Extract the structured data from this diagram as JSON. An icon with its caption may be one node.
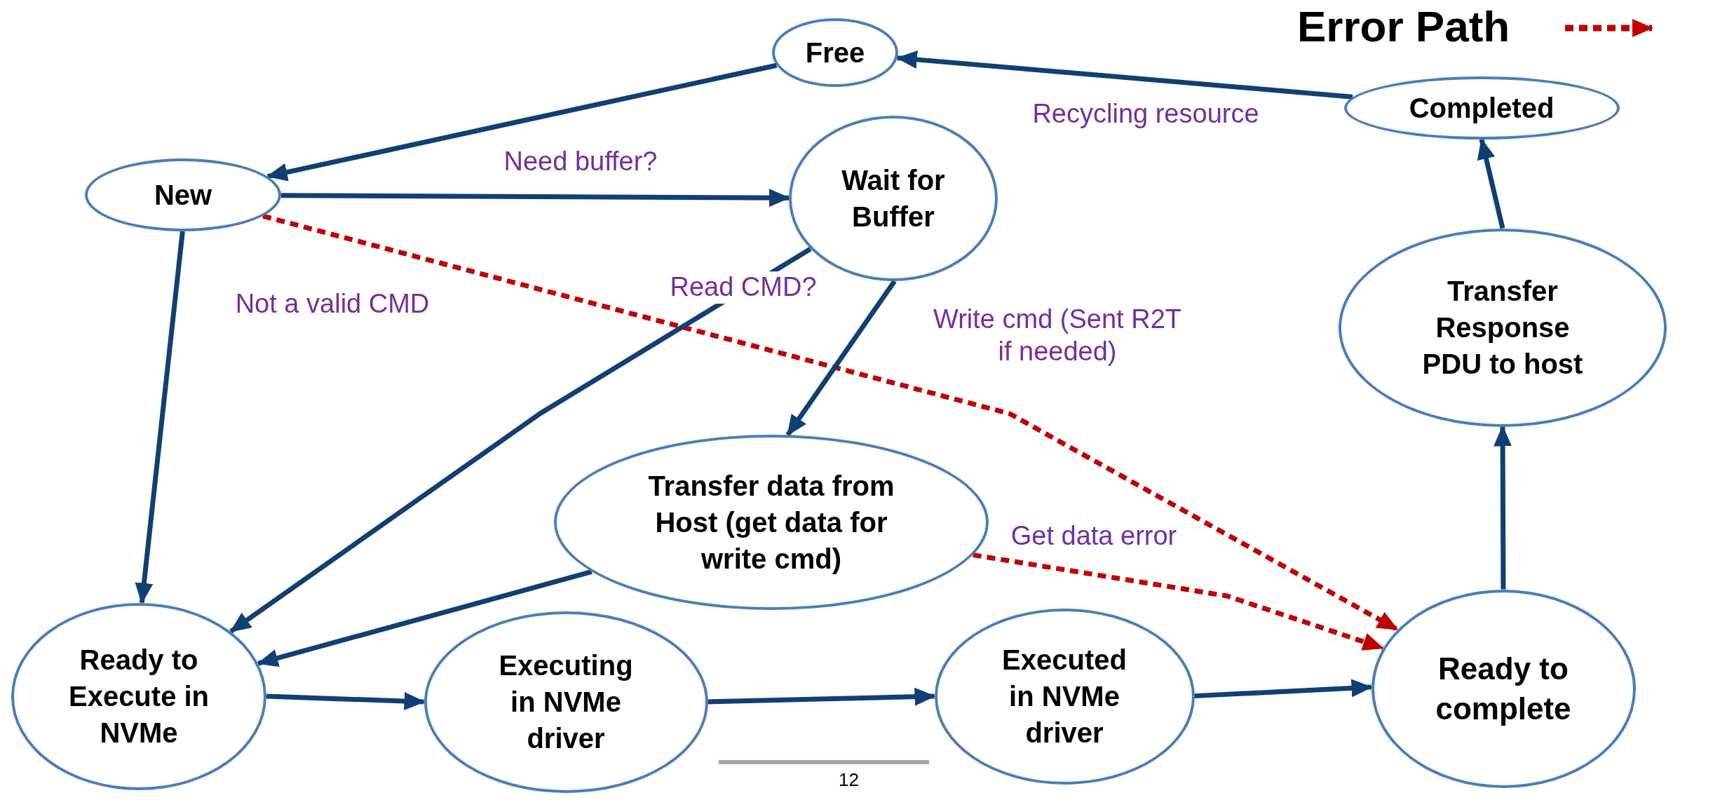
{
  "diagram": {
    "nodes": [
      {
        "text": [
          "Free"
        ]
      },
      {
        "text": [
          "Completed"
        ]
      },
      {
        "text": [
          "New"
        ]
      },
      {
        "text": [
          "Wait for Buffer"
        ]
      },
      {
        "text": [
          "Transfer Response PDU to host"
        ]
      },
      {
        "text": [
          "Transfer data from Host (get data for write cmd)"
        ]
      },
      {
        "text": [
          "Ready to Execute in NVMe"
        ]
      },
      {
        "text": [
          "Executing in NVMe driver"
        ]
      },
      {
        "text": [
          "Executed in NVMe driver"
        ]
      },
      {
        "text": [
          "Ready to complete"
        ]
      }
    ],
    "edges": [
      {
        "from": 1,
        "to": 0,
        "arrow": "to",
        "label": "Recycling resource"
      },
      {
        "from": 0,
        "to": 2,
        "arrow": "to"
      },
      {
        "from": 2,
        "to": 3,
        "arrow": "to",
        "label": "Need buffer?"
      },
      {
        "from": 2,
        "to": 6,
        "arrow": "to"
      },
      {
        "from": 2,
        "to": 9,
        "arrow": "to",
        "label": "Not a valid CMD",
        "style": "dashed",
        "color": "#c00000"
      },
      {
        "from": 3,
        "to": 6,
        "arrow": "to",
        "label": "Read CMD?"
      },
      {
        "from": 3,
        "to": 5,
        "arrow": "to",
        "label": "Write cmd (Sent R2T if needed)"
      },
      {
        "from": 5,
        "to": 6,
        "arrow": "to"
      },
      {
        "from": 5,
        "to": 9,
        "arrow": "to",
        "label": "Get data error",
        "style": "dashed",
        "color": "#c00000"
      },
      {
        "from": 6,
        "to": 7,
        "arrow": "to"
      },
      {
        "from": 7,
        "to": 8,
        "arrow": "to"
      },
      {
        "from": 8,
        "to": 9,
        "arrow": "to"
      },
      {
        "from": 9,
        "to": 4,
        "arrow": "to"
      },
      {
        "from": 4,
        "to": 1,
        "arrow": "to"
      }
    ],
    "labels": [
      "12"
    ],
    "legend": [
      {
        "text": "Error Path"
      }
    ]
  }
}
